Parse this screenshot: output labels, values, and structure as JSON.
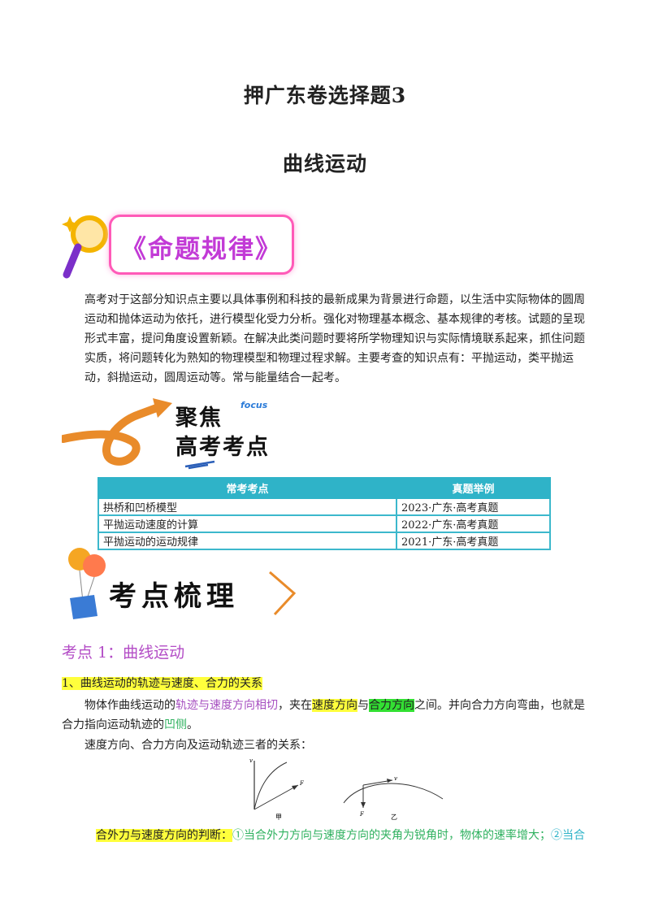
{
  "header": {
    "title": "押广东卷选择题3",
    "subtitle": "曲线运动"
  },
  "banner_mingti": {
    "label": "《命题规律》"
  },
  "intro": {
    "text": "高考对于这部分知识点主要以具体事例和科技的最新成果为背景进行命题，以生活中实际物体的圆周运动和抛体运动为依托，进行模型化受力分析。强化对物理基本概念、基本规律的考核。试题的呈现形式丰富，提问角度设置新颖。在解决此类问题时要将所学物理知识与实际情境联系起来，抓住问题实质，将问题转化为熟知的物理模型和物理过程求解。主要考查的知识点有：平抛运动，类平抛运动，斜抛运动，圆周运动等。常与能量结合一起考。"
  },
  "banner_focus": {
    "line1": "聚焦",
    "word": "focus",
    "line2": "高考考点"
  },
  "table": {
    "headers": [
      "常考考点",
      "真题举例"
    ],
    "rows": [
      [
        "拱桥和凹桥模型",
        "2023·广东·高考真题"
      ],
      [
        "平抛运动速度的计算",
        "2022·广东·高考真题"
      ],
      [
        "平抛运动的运动规律",
        "2021·广东·高考真题"
      ]
    ]
  },
  "banner_shuli": {
    "label": "考点梳理"
  },
  "section": {
    "heading": "考点 1：曲线运动",
    "subheading": "1、曲线运动的轨迹与速度、合力的关系",
    "p2": {
      "a": "物体作曲线运动的",
      "b": "轨迹与速度方向相切",
      "c": "，夹在",
      "d": "速度方向",
      "e": "与",
      "f": "合力方向",
      "g": "之间。并向合力方向弯曲，也就是合力指向运动轨迹的",
      "h": "凹侧",
      "i": "。"
    },
    "p3": "速度方向、合力方向及运动轨迹三者的关系：",
    "diagram": {
      "v1": "v",
      "f1": "F",
      "cap1": "甲",
      "v2": "v",
      "f2": "F",
      "cap2": "乙"
    },
    "p4": {
      "a": "合外力与速度方向的判断：",
      "b": "①当合外力方向与速度方向的夹角为锐角时，物体的速率增大；",
      "c": "②当合"
    }
  },
  "colors": {
    "title_purple": "#b34cc6",
    "table_header": "#2fb3c8",
    "highlight_yellow": "#ffff3c",
    "highlight_green": "#33e033",
    "green_text": "#2fb15f"
  }
}
